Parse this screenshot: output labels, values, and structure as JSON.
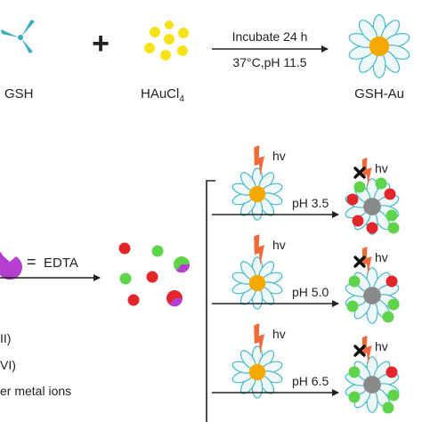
{
  "top_row": {
    "reactant1_label": "GSH",
    "plus_symbol": "+",
    "reactant2_label": "HAuCl",
    "reactant2_subscript": "4",
    "condition_line1": "Incubate 24 h",
    "condition_line2": "37°C,pH 11.5",
    "product_label": "GSH-Au"
  },
  "legend": {
    "equals_symbol": "=",
    "edta_label": "EDTA",
    "ion_labels": [
      "II)",
      "VI)",
      "er metal ions"
    ]
  },
  "branches": [
    {
      "light_label": "hv",
      "product_light_label": "hv",
      "ph_label": "pH 3.5"
    },
    {
      "light_label": "hv",
      "product_light_label": "hv",
      "ph_label": "pH 5.0"
    },
    {
      "light_label": "hv",
      "product_light_label": "hv",
      "ph_label": "pH 6.5"
    }
  ],
  "colors": {
    "petal_fill": "#eef8f8",
    "petal_stroke": "#45b8c9",
    "gold_core": "#f5a800",
    "grey_core": "#8a8a8a",
    "gold_particle": "#f6e21a",
    "gsh_icon": "#3aa9c2",
    "lightning": "#ef6a3a",
    "red_ion": "#e3262b",
    "green_ion": "#5ed44a",
    "edta": "#b43ecf",
    "cross": "#111111",
    "line": "#222222"
  },
  "icons": {
    "gsh": "tri-arm-icon",
    "gold_salt": "yellow-dots-icon",
    "nanocluster": "flower-cluster-icon",
    "light": "lightning-icon",
    "quench": "cross-mark-icon",
    "chelator": "pacman-icon"
  }
}
